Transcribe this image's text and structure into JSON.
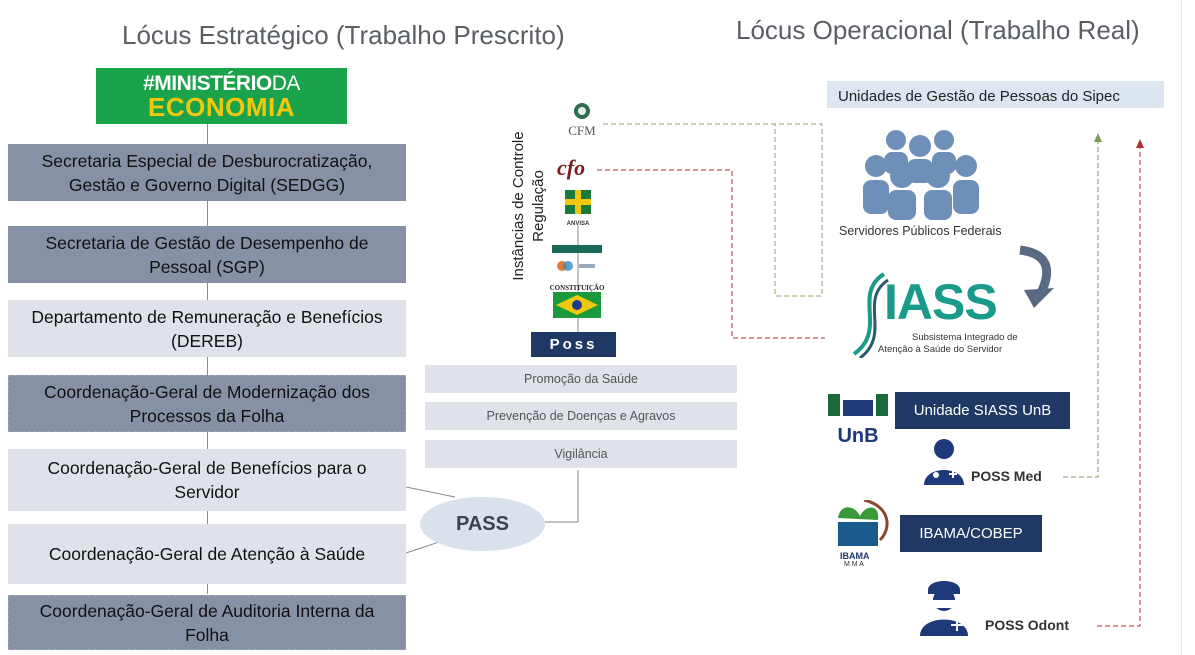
{
  "titles": {
    "left": "Lócus Estratégico (Trabalho Prescrito)",
    "right": "Lócus Operacional (Trabalho Real)"
  },
  "logo": {
    "line1_bold": "#MINISTÉRIO",
    "line1_light": "DA",
    "line2": "ECONOMIA"
  },
  "hierarchy": [
    "Secretaria Especial de Desburocratização, Gestão e Governo Digital (SEDGG)",
    "Secretaria de Gestão de Desempenho de Pessoal (SGP)",
    "Departamento de Remuneração e Benefícios (DEREB)",
    "Coordenação-Geral de Modernização dos Processos da Folha",
    "Coordenação-Geral de Benefícios para o Servidor",
    "Coordenação-Geral de Atenção à Saúde",
    "Coordenação-Geral de Auditoria Interna da Folha"
  ],
  "control": {
    "label_line1": "Instâncias de Controle",
    "label_line2": "Regulação",
    "cfm": "CFM",
    "cfo": "cfo",
    "anvisa": "ANVISA",
    "constituicao": "CONSTITUIÇÃO"
  },
  "poss": "Poss",
  "poss_items": [
    "Promoção da Saúde",
    "Prevenção de Doenças e Agravos",
    "Vigilância"
  ],
  "pass": "PASS",
  "right": {
    "units_box": "Unidades de Gestão de Pessoas do Sipec",
    "servers": "Servidores Públicos Federais",
    "siass_title": "IASS",
    "siass_sub1": "Subsistema Integrado de",
    "siass_sub2": "Atenção à Saúde do Servidor",
    "unb": "UnB",
    "unb_box": "Unidade  SIASS UnB",
    "poss_med": "POSS Med",
    "ibama_box": "IBAMA/COBEP",
    "ibama": "IBAMA",
    "mma": "M M A",
    "poss_odont": "POSS Odont"
  },
  "colors": {
    "dark_box": "#8791a6",
    "light_box": "#dfe2e9",
    "navy": "#1f3864",
    "green_arrow": "#7a9a5a",
    "red_arrow": "#b03030",
    "logo_green": "#1aa34a",
    "logo_yellow": "#f2c80f",
    "siass_teal": "#1a9a8a"
  }
}
